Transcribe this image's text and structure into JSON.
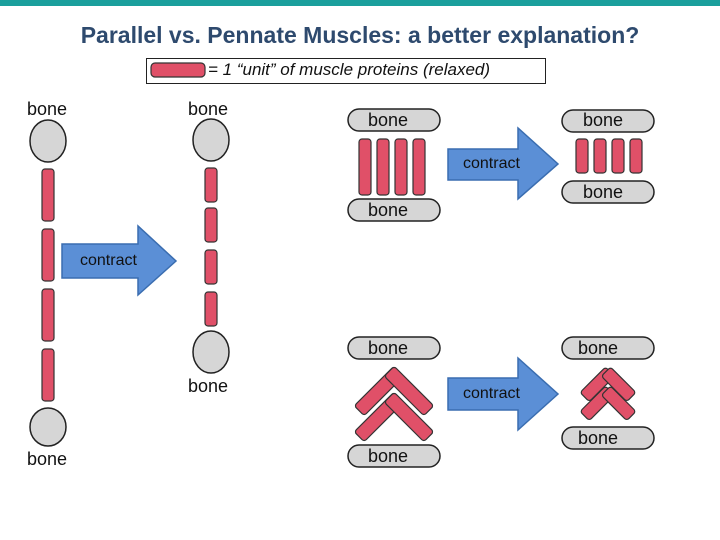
{
  "title": "Parallel vs. Pennate Muscles: a better explanation?",
  "legend": {
    "text": "= 1 “unit” of muscle proteins (relaxed)"
  },
  "labels": {
    "bone": "bone",
    "contract": "contract"
  },
  "colors": {
    "unit": "#e05068",
    "bone": "#d6d6d6",
    "arrow": "#5b8fd6",
    "title": "#2e4a6e",
    "topbar": "#1a9f9c"
  }
}
